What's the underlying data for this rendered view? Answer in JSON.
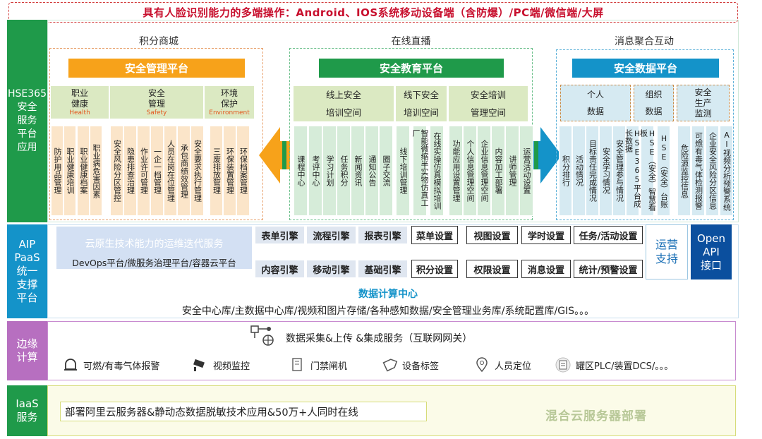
{
  "top_banner": "具有人脸识别能力的多端操作：Android、IOS系统移动设备端（含防爆）/PC端/微信端/大屏",
  "left_labels": {
    "hse": "HSE365\n安全\n服务\n平台\n应用",
    "aip": "AIP\nPaaS\n统一\n支撑\n平台",
    "edge": "边缘\n计算",
    "iaas": "IaaS\n服务"
  },
  "sections": {
    "mall": "积分商城",
    "live": "在线直播",
    "msg": "消息聚合互动"
  },
  "platforms": {
    "mgmt": {
      "label": "安全管理平台",
      "color": "#f7a21a"
    },
    "edu": {
      "label": "安全教育平台",
      "color": "#1f9a4a"
    },
    "data": {
      "label": "安全数据平台",
      "color": "#1493c9"
    }
  },
  "mgmt_cats": [
    {
      "zh": "职业\n健康",
      "en": "Health"
    },
    {
      "zh": "安全\n管理",
      "en": "Safety"
    },
    {
      "zh": "环境\n保护",
      "en": "Environment"
    }
  ],
  "mgmt_cols": [
    "防护用品管理",
    "职业健康培训",
    "职业健康档案",
    "职业病危害因素",
    "安全风险分区管控",
    "隐患排查治理",
    "作业许可管理",
    "一企一档管理",
    "人员在岗在位管理",
    "承包商绩效管理",
    "安全要求执行管理",
    "三废排放管理",
    "环保装置管理",
    "环保档案管理"
  ],
  "edu_cats": [
    "线上安全\n培训空间",
    "线下安全\n培训空间",
    "安全培训\n管理空间"
  ],
  "edu_cols": [
    "课程中心",
    "考评中心",
    "学习计划",
    "任务积分",
    "新闻资讯",
    "通知公告",
    "圈子交流",
    "线下培训管理",
    "智能微缩半实物仿真工厂",
    "在线实操仿真模拟培训",
    "功能应用设置管理",
    "个人信息管理空间",
    "企业信息管理空间",
    "内容加工部署",
    "讲师管理",
    "运营活动设置"
  ],
  "data_cats": [
    "个人\n数据",
    "组织\n数据",
    "安全\n生产\n监测"
  ],
  "data_cols": [
    "积分排行",
    "活动情况",
    "目标责任完成情况",
    "安全学习情况",
    "安全管理参与情况",
    "HSE365平台成长数据",
    "HSE（安全）智慧看板",
    "HSE（安全）台账",
    "危险源监控信息",
    "可燃有毒气体检测报警",
    "企业安全风险分区信息",
    "AI视频分析预警系统"
  ],
  "aip": {
    "cloud_title": "云原生技术能力的运维迭代服务",
    "cloud_sub": "DevOps平台/微服务治理平台/容器云平台",
    "engines_row1": [
      "表单引擎",
      "流程引擎",
      "报表引擎"
    ],
    "engines_row2": [
      "内容引擎",
      "移动引擎",
      "基础引擎"
    ],
    "settings_row1": [
      "菜单设置",
      "视图设置",
      "学时设置",
      "任务/活动设置"
    ],
    "settings_row2": [
      "积分设置",
      "权限设置",
      "消息设置",
      "统计/预警设置"
    ],
    "ops": "运营\n支持",
    "openapi": "Open\nAPI\n接口",
    "compute_center": "数据计算中心",
    "db_line": "安全中心库/主数据中心库/视频和图片存储/各种感知数据/安全管理业务库/系统配置库/GIS。。。"
  },
  "edge": {
    "title": "数据采集&上传 &集成服务（互联网网关）",
    "items": [
      {
        "icon": "alarm-bell-icon",
        "label": "可燃/有毒气体报警"
      },
      {
        "icon": "camera-icon",
        "label": "视频监控"
      },
      {
        "icon": "gate-icon",
        "label": "门禁闸机"
      },
      {
        "icon": "tag-icon",
        "label": "设备标签"
      },
      {
        "icon": "location-pin-icon",
        "label": "人员定位"
      },
      {
        "icon": "plc-icon",
        "label": "罐区PLC/装置DCS/。。。"
      }
    ]
  },
  "iaas": {
    "deploy": "部署阿里云服务器&静动态数据脱敏技术应用&50万+人同时在线",
    "hybrid": "混合云服务器部署"
  }
}
